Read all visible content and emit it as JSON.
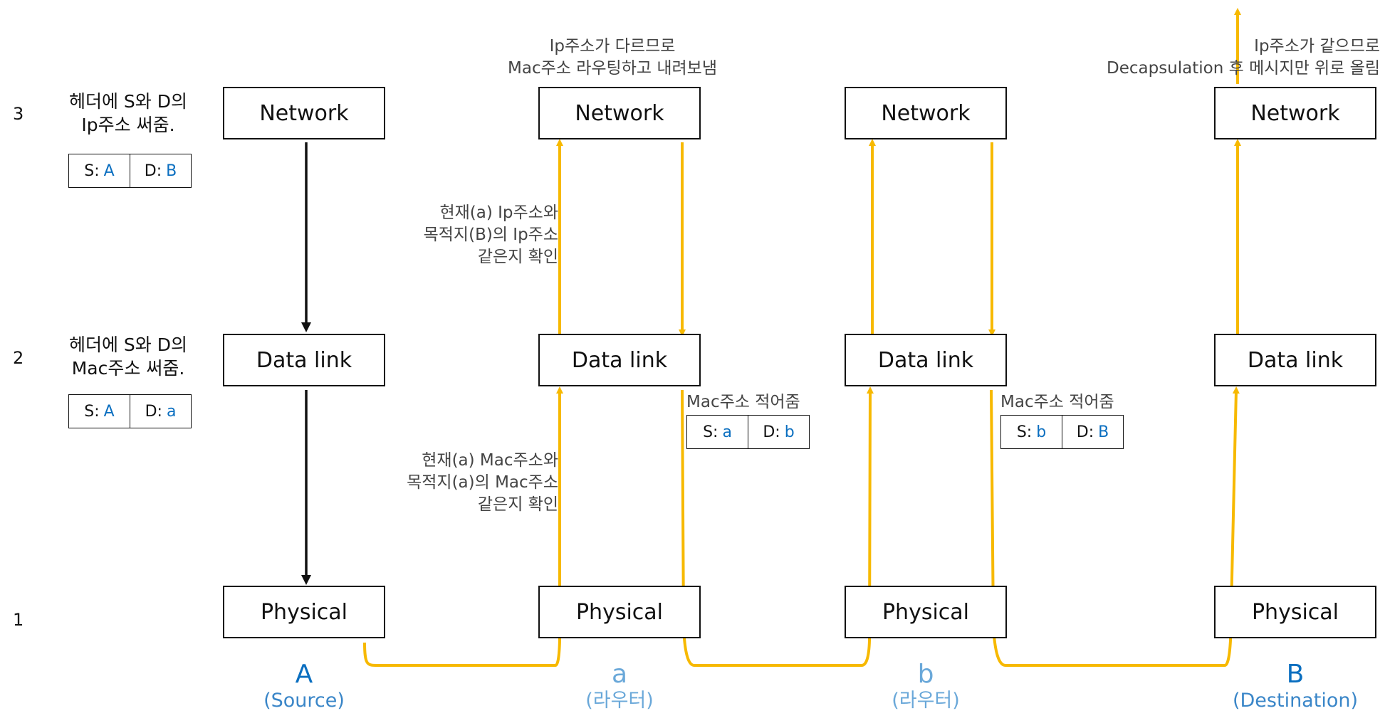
{
  "levels": [
    "3",
    "2",
    "1"
  ],
  "layers": {
    "network": "Network",
    "datalink": "Data link",
    "physical": "Physical"
  },
  "nodes": [
    {
      "name": "A",
      "sub": "(Source)"
    },
    {
      "name": "a",
      "sub": "(라우터)"
    },
    {
      "name": "b",
      "sub": "(라우터)"
    },
    {
      "name": "B",
      "sub": "(Destination)"
    }
  ],
  "source_notes": {
    "network": [
      "헤더에 S와 D의",
      "Ip주소 써줌."
    ],
    "datalink": [
      "헤더에 S와 D의",
      "Mac주소 써줌."
    ]
  },
  "headers": {
    "source_network": {
      "s_label": "S:",
      "s_value": "A",
      "d_label": "D:",
      "d_value": "B"
    },
    "source_datalink": {
      "s_label": "S:",
      "s_value": "A",
      "d_label": "D:",
      "d_value": "a"
    },
    "router_a": {
      "s_label": "S:",
      "s_value": "a",
      "d_label": "D:",
      "d_value": "b"
    },
    "router_b": {
      "s_label": "S:",
      "s_value": "b",
      "d_label": "D:",
      "d_value": "B"
    }
  },
  "router_notes": {
    "top": [
      "Ip주소가 다르므로",
      "Mac주소 라우팅하고 내려보냄"
    ],
    "ip_check": [
      "현재(a) Ip주소와",
      "목적지(B)의 Ip주소",
      "같은지 확인"
    ],
    "mac_check": [
      "현재(a) Mac주소와",
      "목적지(a)의 Mac주소",
      "같은지 확인"
    ],
    "mac_write_a": "Mac주소 적어줌",
    "mac_write_b": "Mac주소 적어줌"
  },
  "dest_notes": [
    "Ip주소가 같으므로",
    "Decapsulation 후 메시지만 위로 올림"
  ],
  "colors": {
    "signal": "#f7b900",
    "node_main": "#0b6fc0",
    "node_sub": "#6aa8d9",
    "source_sub": "#3a86c8"
  }
}
